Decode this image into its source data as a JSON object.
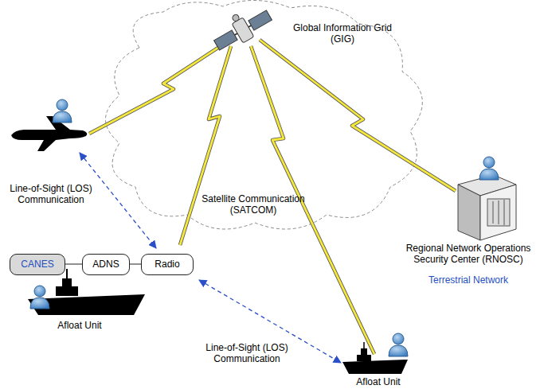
{
  "diagram": {
    "nodes": [
      {
        "text": [
          "CANES"
        ]
      },
      {
        "text": [
          "ADNS"
        ]
      },
      {
        "text": [
          "Radio"
        ]
      }
    ],
    "edges": [
      {
        "from": 0,
        "to": 1,
        "arrow": "none"
      },
      {
        "from": 1,
        "to": 2,
        "arrow": "none"
      }
    ],
    "labels": [
      "Global Information Grid (GIG)",
      "Line-of-Sight (LOS) Communication",
      "Satellite Communication (SATCOM)",
      "Regional Network Operations Security Center (RNOSC)",
      "Terrestrial Network",
      "Afloat Unit",
      "Line-of-Sight (LOS) Communication",
      "Afloat Unit"
    ]
  }
}
